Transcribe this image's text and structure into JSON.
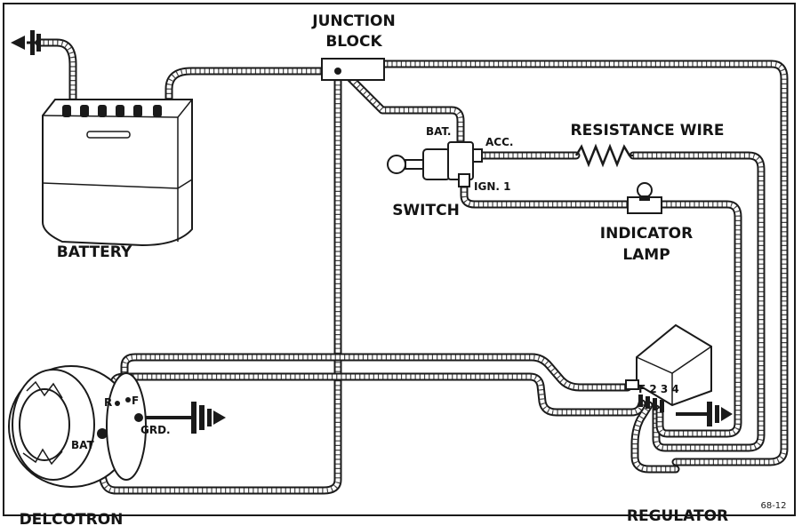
{
  "labels": {
    "junction_block_line1": "JUNCTION",
    "junction_block_line2": "BLOCK",
    "battery": "BATTERY",
    "switch": "SWITCH",
    "bat_terminal": "BAT.",
    "acc_terminal": "ACC.",
    "ign_terminal": "IGN. 1",
    "resistance_wire": "RESISTANCE WIRE",
    "indicator_lamp_line1": "INDICATOR",
    "indicator_lamp_line2": "LAMP",
    "delcotron": "DELCOTRON",
    "regulator": "REGULATOR",
    "delcotron_r": "R",
    "delcotron_f": "F",
    "delcotron_bat": "BAT",
    "delcotron_grd": "GRD.",
    "regulator_terminals": "F 2 3 4",
    "figure_number": "68-12"
  }
}
